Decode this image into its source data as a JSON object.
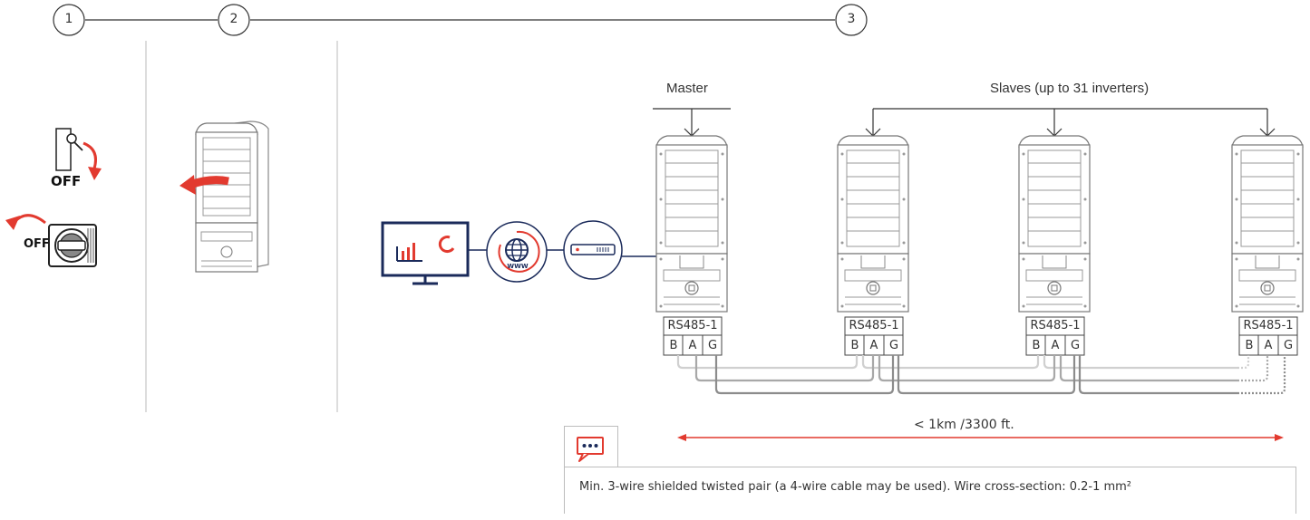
{
  "steps": [
    "1",
    "2",
    "3"
  ],
  "off_label": "OFF",
  "master_label": "Master",
  "slaves_label": "Slaves (up to 31 inverters)",
  "terminal": {
    "title": "RS485-1",
    "pins": [
      "B",
      "A",
      "G"
    ]
  },
  "distance_label": "< 1km /3300 ft.",
  "note": {
    "icon": "chat-bubble-icon",
    "text": "Min. 3-wire shielded twisted  pair (a 4-wire cable may be used). Wire cross-section: 0.2-1 mm²"
  },
  "colors": {
    "accent": "#e23a2f",
    "line": "#333333",
    "wire_light": "#c8c8c8",
    "wire_dark": "#8c8c8c"
  }
}
